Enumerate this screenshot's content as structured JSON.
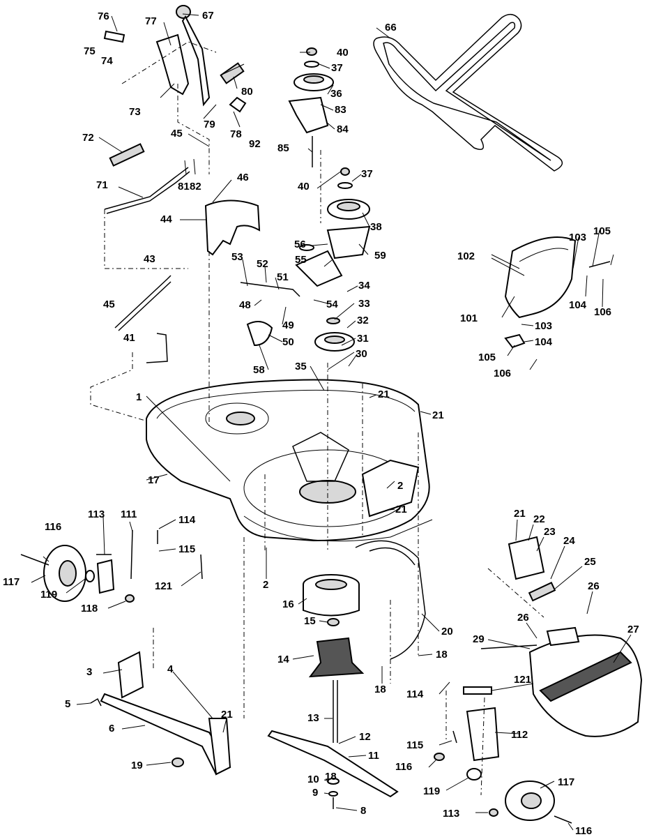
{
  "callouts": [
    "1",
    "2",
    "2",
    "3",
    "4",
    "5",
    "6",
    "8",
    "9",
    "10",
    "11",
    "12",
    "13",
    "14",
    "15",
    "16",
    "17",
    "18",
    "18",
    "18",
    "19",
    "20",
    "21",
    "21",
    "21",
    "21",
    "21",
    "22",
    "23",
    "24",
    "25",
    "26",
    "26",
    "27",
    "29",
    "30",
    "31",
    "32",
    "33",
    "34",
    "35",
    "36",
    "37",
    "37",
    "38",
    "40",
    "40",
    "41",
    "43",
    "44",
    "45",
    "45",
    "46",
    "48",
    "49",
    "50",
    "51",
    "52",
    "53",
    "54",
    "55",
    "56",
    "58",
    "59",
    "66",
    "67",
    "71",
    "72",
    "73",
    "74",
    "75",
    "76",
    "77",
    "78",
    "79",
    "80",
    "81",
    "82",
    "83",
    "84",
    "85",
    "92",
    "101",
    "102",
    "103",
    "103",
    "104",
    "104",
    "105",
    "105",
    "106",
    "106",
    "111",
    "112",
    "113",
    "113",
    "114",
    "114",
    "115",
    "115",
    "116",
    "116",
    "116",
    "117",
    "117",
    "118",
    "119",
    "119",
    "121",
    "121"
  ]
}
